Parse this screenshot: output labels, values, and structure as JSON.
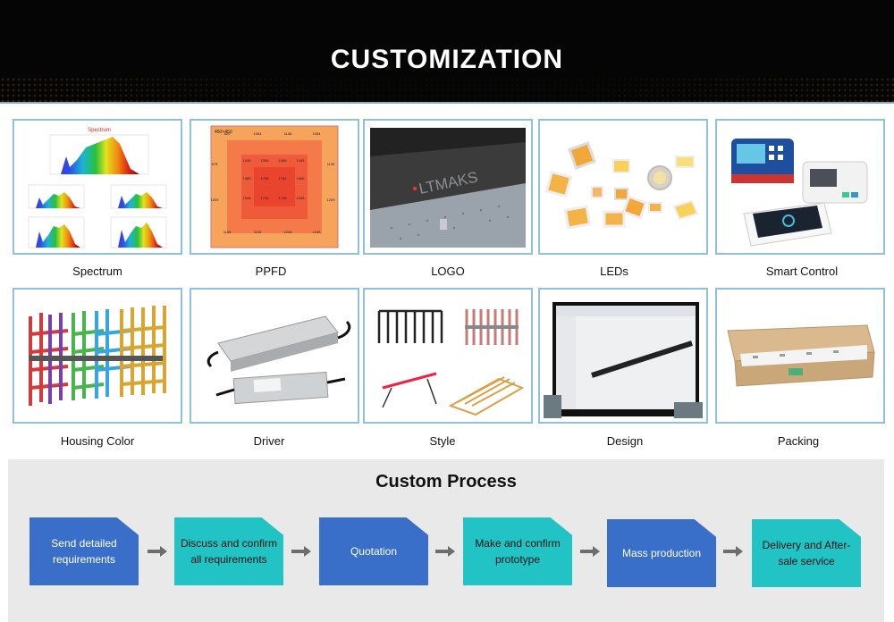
{
  "banner": {
    "title": "CUSTOMIZATION"
  },
  "grid": {
    "row1": [
      "Spectrum",
      "PPFD",
      "LOGO",
      "LEDs",
      "Smart Control"
    ],
    "row2": [
      "Housing Color",
      "Driver",
      "Style",
      "Design",
      "Packing"
    ]
  },
  "spectrum_chart": {
    "title": "Spectrum"
  },
  "ppfd_grid": {
    "corner_label": "450×450",
    "outer": [
      "820",
      "1054",
      "1148",
      "1054",
      "878",
      "1139",
      "1209",
      "1209",
      "1108",
      "1106",
      "1248",
      "1248"
    ],
    "inner": [
      "1448",
      "1598",
      "1598",
      "1448",
      "1585",
      "1754",
      "1754",
      "1585",
      "1548",
      "1748",
      "1748",
      "1548"
    ]
  },
  "logo": {
    "brand": "LTMAKS"
  },
  "process": {
    "title": "Custom Process",
    "steps": [
      {
        "label": "Send detailed requirements",
        "style": "blue"
      },
      {
        "label": "Discuss and confirm all requirements",
        "style": "cyan"
      },
      {
        "label": "Quotation",
        "style": "blue"
      },
      {
        "label": "Make and confirm prototype",
        "style": "cyan"
      },
      {
        "label": "Mass production",
        "style": "blue"
      },
      {
        "label": "Delivery and After-sale service",
        "style": "cyan"
      }
    ]
  },
  "colors": {
    "banner_bg": "#050505",
    "card_border": "#8fc0dc",
    "step_blue": "#3a6fc9",
    "step_cyan": "#22c3c4",
    "process_bg": "#e9e9e9"
  }
}
